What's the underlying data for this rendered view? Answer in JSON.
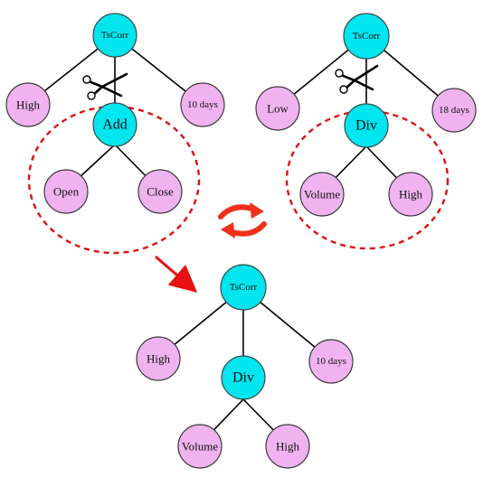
{
  "trees": {
    "left": {
      "root": "TsCorr",
      "left_leaf": "High",
      "right_leaf": "10 days",
      "sub_op": "Add",
      "sub_left": "Open",
      "sub_right": "Close"
    },
    "right": {
      "root": "TsCorr",
      "left_leaf": "Low",
      "right_leaf": "18 days",
      "sub_op": "Div",
      "sub_left": "Volume",
      "sub_right": "High"
    },
    "result": {
      "root": "TsCorr",
      "left_leaf": "High",
      "right_leaf": "10 days",
      "sub_op": "Div",
      "sub_left": "Volume",
      "sub_right": "High"
    }
  },
  "colors": {
    "operator_node": "#00e5ee",
    "leaf_node": "#f0b3f0",
    "dashed_highlight": "#e01010",
    "swap_arrows": "#f0301a",
    "result_arrow": "#e81010"
  },
  "icons": {
    "cut_marker": "scissors-icon",
    "swap_marker": "swap-arrows-icon",
    "result_marker": "arrow-down-right-icon"
  }
}
